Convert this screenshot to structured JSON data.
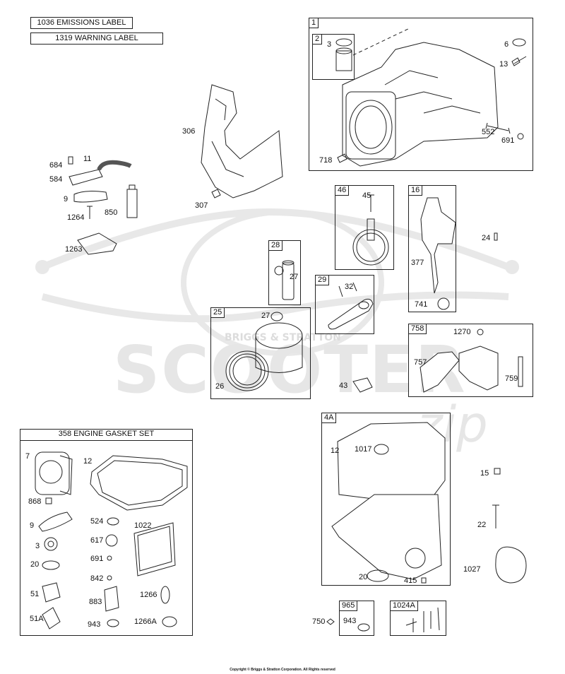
{
  "labels_header": {
    "emissions": "1036 EMISSIONS LABEL",
    "warning": "1319 WARNING LABEL"
  },
  "watermark": {
    "text": "SCOOTER",
    "sub": "BRIGGS & STRATTON",
    "script": "zip"
  },
  "gasket_set_title": "358 ENGINE GASKET SET",
  "box_tags": {
    "b1": "1",
    "b2": "2",
    "b46": "46",
    "b16": "16",
    "b28": "28",
    "b29": "29",
    "b25": "25",
    "b758": "758",
    "b4A": "4A",
    "b965": "965",
    "b1024A": "1024A"
  },
  "callouts": {
    "c3a": "3",
    "c6": "6",
    "c13": "13",
    "c552": "552",
    "c691a": "691",
    "c718": "718",
    "c306": "306",
    "c307": "307",
    "c684": "684",
    "c11": "11",
    "c584": "584",
    "c9a": "9",
    "c1264": "1264",
    "c850": "850",
    "c1263": "1263",
    "c45": "45",
    "c24": "24",
    "c377": "377",
    "c741": "741",
    "c27a": "27",
    "c32": "32",
    "c27b": "27",
    "c26": "26",
    "c1270": "1270",
    "c757": "757",
    "c759": "759",
    "c43": "43",
    "c12a": "12",
    "c1017": "1017",
    "c15": "15",
    "c22": "22",
    "c1027": "1027",
    "c20a": "20",
    "c415": "415",
    "c750": "750",
    "c943a": "943",
    "g7": "7",
    "g12": "12",
    "g868": "868",
    "g524": "524",
    "g1022": "1022",
    "g9": "9",
    "g617": "617",
    "g3": "3",
    "g691": "691",
    "g20": "20",
    "g842": "842",
    "g51": "51",
    "g883": "883",
    "g1266": "1266",
    "g51A": "51A",
    "g943": "943",
    "g1266A": "1266A"
  },
  "copyright": "Copyright © Briggs & Stratton Corporation. All Rights reserved"
}
